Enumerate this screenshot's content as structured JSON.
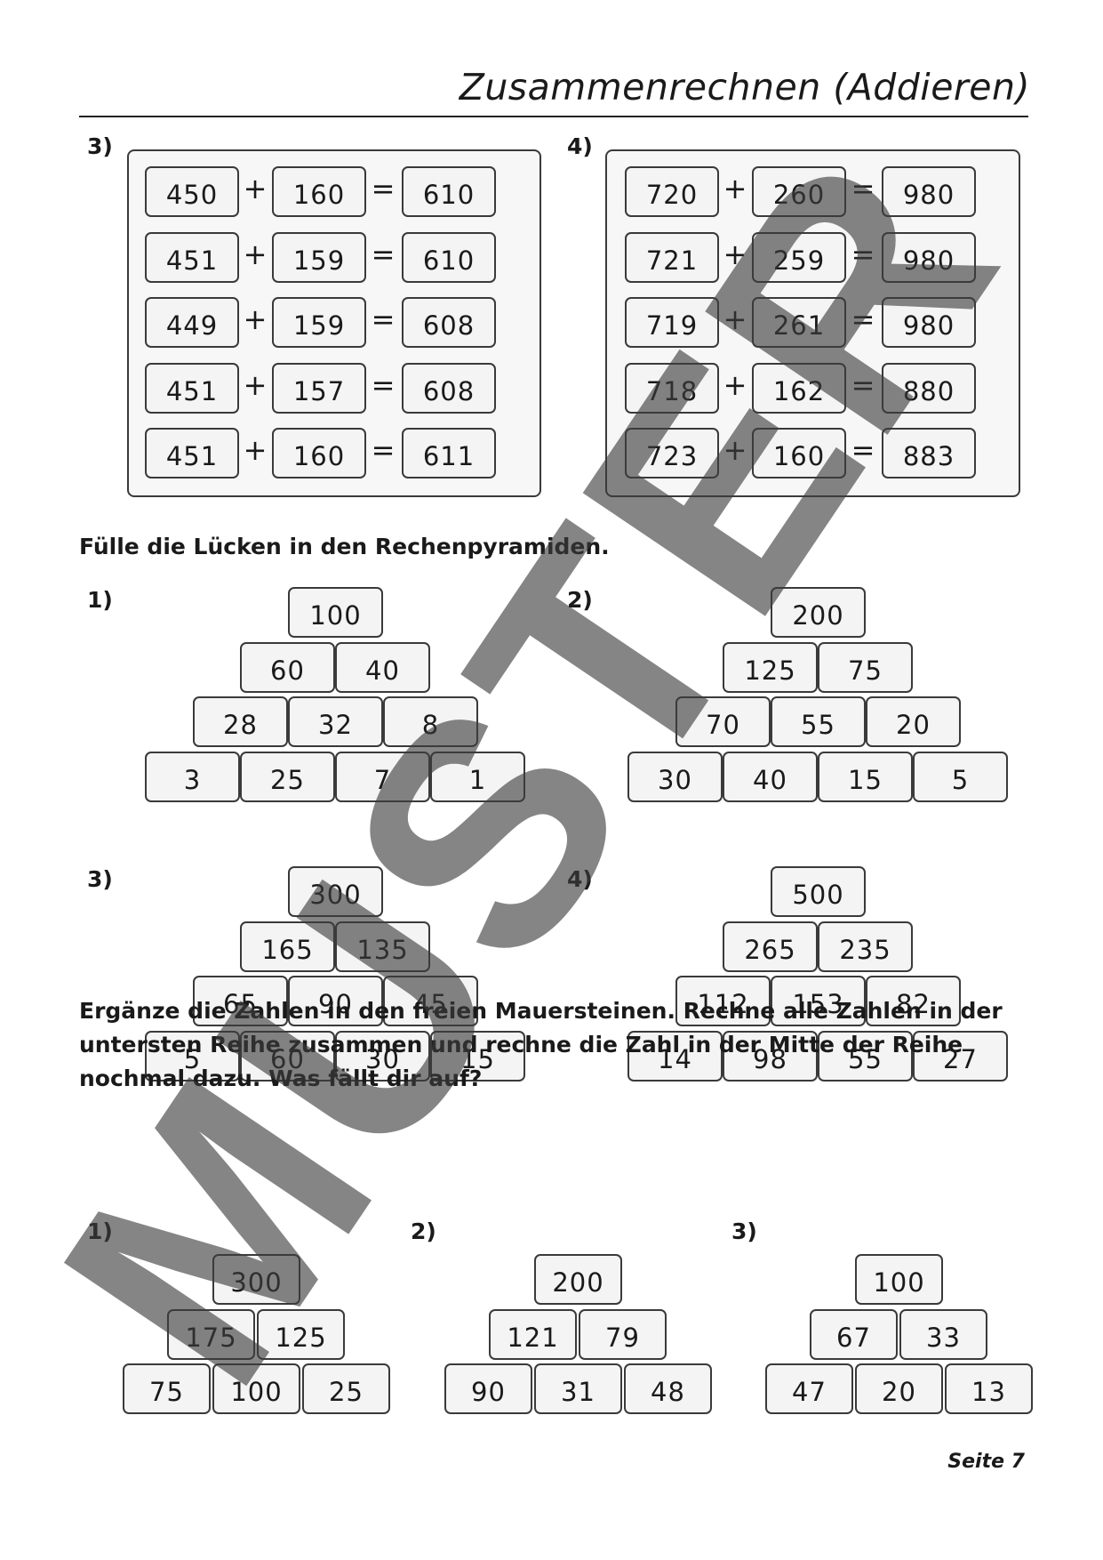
{
  "title": "Zusammenrechnen (Addieren)",
  "equations": {
    "panels": [
      {
        "label": "3)",
        "rows": [
          {
            "a": "450",
            "op": "+",
            "b": "160",
            "eq": "=",
            "c": "610"
          },
          {
            "a": "451",
            "op": "+",
            "b": "159",
            "eq": "=",
            "c": "610"
          },
          {
            "a": "449",
            "op": "+",
            "b": "159",
            "eq": "=",
            "c": "608"
          },
          {
            "a": "451",
            "op": "+",
            "b": "157",
            "eq": "=",
            "c": "608"
          },
          {
            "a": "451",
            "op": "+",
            "b": "160",
            "eq": "=",
            "c": "611"
          }
        ]
      },
      {
        "label": "4)",
        "rows": [
          {
            "a": "720",
            "op": "+",
            "b": "260",
            "eq": "=",
            "c": "980"
          },
          {
            "a": "721",
            "op": "+",
            "b": "259",
            "eq": "=",
            "c": "980"
          },
          {
            "a": "719",
            "op": "+",
            "b": "261",
            "eq": "=",
            "c": "980"
          },
          {
            "a": "718",
            "op": "+",
            "b": "162",
            "eq": "=",
            "c": "880"
          },
          {
            "a": "723",
            "op": "+",
            "b": "160",
            "eq": "=",
            "c": "883"
          }
        ]
      }
    ]
  },
  "pyramids_section": {
    "instruction": "Fülle die Lücken in den Rechenpyramiden.",
    "pyramids": [
      {
        "label": "1)",
        "rows": [
          [
            "100"
          ],
          [
            "60",
            "40"
          ],
          [
            "28",
            "32",
            "8"
          ],
          [
            "3",
            "25",
            "7",
            "1"
          ]
        ]
      },
      {
        "label": "2)",
        "rows": [
          [
            "200"
          ],
          [
            "125",
            "75"
          ],
          [
            "70",
            "55",
            "20"
          ],
          [
            "30",
            "40",
            "15",
            "5"
          ]
        ]
      },
      {
        "label": "3)",
        "rows": [
          [
            "300"
          ],
          [
            "165",
            "135"
          ],
          [
            "65",
            "90",
            "45"
          ],
          [
            "5",
            "60",
            "30",
            "15"
          ]
        ]
      },
      {
        "label": "4)",
        "rows": [
          [
            "500"
          ],
          [
            "265",
            "235"
          ],
          [
            "112",
            "153",
            "82"
          ],
          [
            "14",
            "98",
            "55",
            "27"
          ]
        ]
      }
    ]
  },
  "walls_section": {
    "instruction_lines": [
      "Ergänze die Zahlen in den freien Mauersteinen. Rechne alle Zahlen in der",
      "untersten Reihe zusammen und rechne die Zahl in der Mitte der Reihe",
      "nochmal dazu. Was fällt dir auf?"
    ],
    "pyramids": [
      {
        "label": "1)",
        "rows": [
          [
            "300"
          ],
          [
            "175",
            "125"
          ],
          [
            "75",
            "100",
            "25"
          ]
        ]
      },
      {
        "label": "2)",
        "rows": [
          [
            "200"
          ],
          [
            "121",
            "79"
          ],
          [
            "90",
            "31",
            "48"
          ]
        ]
      },
      {
        "label": "3)",
        "rows": [
          [
            "100"
          ],
          [
            "67",
            "33"
          ],
          [
            "47",
            "20",
            "13"
          ]
        ]
      }
    ]
  },
  "watermark": {
    "text": "MUSTER",
    "color": "#3c3c3c"
  },
  "footer": {
    "page": "Seite 7"
  }
}
